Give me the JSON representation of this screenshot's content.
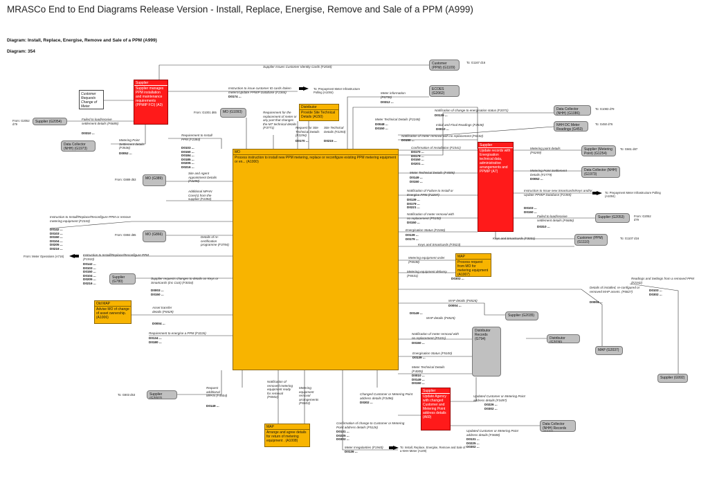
{
  "page": {
    "title": "MRASCo End to End Diagrams Release Version - Install, Replace, Energise,  Remove and Sale of a PPM (A999)",
    "diagram_name": "Diagram: Install, Replace, Energise,  Remove and Sale of a PPM (A999)",
    "diagram_number": "Diagram: 354"
  },
  "colors": {
    "process": "#f8b400",
    "external": "#ff1a1a",
    "party": "#c0c0c0"
  },
  "boxes": {
    "mo_main": {
      "header": "MO",
      "text": "Process instruction to install new PPM metering, replace or reconfigure existing PPM metering equipment or en...  (A1000)"
    },
    "supplier_red": {
      "header": "Supplier",
      "text": "Supplier manages PPM installation and maintenance requirements (PPMIP FCI) (A3)"
    },
    "distributor_gold": {
      "header": "Distributor",
      "text": "Provide Site Technical Details (A150)"
    },
    "supplier_red2": {
      "header": "Supplier",
      "text": "Update records with Energisation technical data, administrative arrangements and PPMIP (A7)"
    },
    "mam_gold": {
      "header": "MAP",
      "text": "Process request from MO for metering equipment (A1007)"
    },
    "old_map": {
      "header": "Old MAP",
      "text": "Advise MO of change of asset ownership. (A1006)"
    },
    "map_gold2": {
      "header": "MAP",
      "text": "Arrange and agree details for return of metering equipment . (A1008)"
    },
    "supplier_red3": {
      "header": "Supplier",
      "text": "Update Agency with changed Customer and Metering Point address details (A60)"
    },
    "customer_req": {
      "text": "Customer Requests Change of Meter (F2050)"
    }
  },
  "parties": {
    "customer_top": "Customer (PPM) (G1109)",
    "ecoes": "ECOES (G2062)",
    "dc_nhh_right": "Data Collector (NHH) (G1086)",
    "nhh_dc_meter": "NHH DC Meter Readings (G453)",
    "supplier_metering": "Supplier (Metering Point) (G1254)",
    "dc_nhh_right2": "Data Collector (NHH) (G1973)",
    "supplier_left": "Supplier (G2054)",
    "dc_nhh_left": "Data Collector (NHH) (G1973)",
    "mo_g1093": "MO (G1093)",
    "mo_g389": "MO (G389)",
    "mo_g866": "MO (G866)",
    "supplier_g780": "Supplier (G780)",
    "supplier_g2053": "Supplier (G2053)",
    "customer_g1110": "Customer (PPM) (G1110)",
    "supplier_g2035": "Supplier (G2035)",
    "distributor_records": "Distributor Records (G794)",
    "distributor_g2036": "Distributor (G2036)",
    "map_g2037": "MAP (G2037)",
    "supplier_g2007": "Supplier (G2007)",
    "supplier_g992": "Supplier (G992)",
    "dc_records": "Data Collector (NHH) Records (G900)"
  },
  "flows": {
    "f1": "Supplier Issues Customer Identity Cards (F2030)",
    "f2": "Instruction to issue customer ID cards /token meters/Update PPMIP Database (F2365)",
    "f3": "Meter information (F6759)",
    "f4": "Notification of change to energisation status (F2071)",
    "f5": "Meter Technical Details (F2248)",
    "f6": "Initial and Final Readings (F2538)",
    "f7": "Notification of meter removal with no replacement (F6102)",
    "f8": "Confirmation of Installation (F2341)",
    "f9": "Metering point details (F6269)",
    "f10": "Meter Technical Details (F4005)",
    "f11": "Metering Point Settlement Details (F2779)",
    "f12": "Notification of Failure to Install or Energise PPM (F2297)",
    "f13": "Instruction to Issue new Smartcards/Keys and/or Update PPMIP Database (F2355)",
    "f14": "Notification of meter removal with no replacement (F5150)",
    "f15": "Failed to load/receive settlement details (F6686)",
    "f16": "Energisation Status (F2346)",
    "f17": "Keys and Smartcards (F3523)",
    "f18": "Keys and Smartcards (F3031)",
    "f19": "Metering equipment order (F6538)",
    "f20": "Metering equipment delivery (F6531)",
    "f21": "Readings and Settings from a removed PPM (F2342)",
    "f22": "Details of installed, re-configured or removed MAP assets. (F6827)",
    "f23": "MAP details (F6526)",
    "f24": "MAP details (F6525)",
    "f25": "Notification of meter removal with no replacement (F5151)",
    "f26": "Energisation Status (F5100)",
    "f27": "Meter Technical Details (F4005)",
    "f28": "Changed Customer or Metering Point address details (F3496)",
    "f29": "Updated Customer or Metering Point address details (F3497)",
    "f30": "Confirmation of change to Customer or Metering Point address details (F5126)",
    "f31": "Updated Customer or Metering Point address details (F3608)",
    "f32": "Meter Irregularities (F1940)",
    "f33": "Notification of removed metering equipment ready for removal (F6502)",
    "f34": "Metering equipment removal arrangements (F6503)",
    "f35": "Request additional MPAN (F4504)",
    "f36": "Requirement to energise a PPM (F3226)",
    "f37": "Asset transfer details (F6529)",
    "f38": "Supplier requests changes to details on Keys or Smartcards (inc CoS) (F3034)",
    "f39": "Instruction to Install/Replace/Reconfigure PPM (F1910)",
    "f40": "Instruction to Install/Replace/Reconfigure PPM or remove metering equipment (F2343)",
    "f41": "Details of re-certification programme (F3784)",
    "f42": "Additional MPAN Core(s) from the supplier (F2392)",
    "f43": "Site and Agent Appointment Details (F2290)",
    "f44": "Requirement to Install PPM (F2384)",
    "f45": "Metering Point Settlement details (F3536)",
    "f46": "Failed to load/receive settlement details (F6685)",
    "f47": "Requirement for the replacement of meter or any part that changes the MT technical details (F3771)",
    "f48": "Request for Site Technical Details (F2294)",
    "f49": "Site Technical Details (F2293)"
  },
  "codes": {
    "c1": "D0174 ...",
    "c2": "D0312 ...",
    "c3": "D0139 ...",
    "c4": "D0048 ...\nD0150 ...",
    "c5": "D0010 ...",
    "c6": "D0150 ...",
    "c7": "D0170 ...\nD0179 ...\nD0150 ...\nD0201 ...",
    "c8": "D0149 ...\nD0150 ...",
    "c9": "D0052 ...",
    "c10": "D0139 ...\nD0179 ...\nD0221 ...",
    "c11": "D0103 ...\nD0150 ...",
    "c12": "D0150 ...",
    "c13": "D0310 ...",
    "c14": "D0139 ...\nD0179 ...",
    "c15": "D0302 ...",
    "c16": "D0103 ...\nD0302 ...",
    "c17": "D0004 ...",
    "c18": "D0004 ...",
    "c19": "D0150 ...",
    "c20": "D0139 ...",
    "c21": "D0010 ...\nD0149 ...\nD0150 ...",
    "c22": "D0302 ...",
    "c23": "D0226 ...\nD0302 ...",
    "c24": "D0131 ...\nD0225 ...\nD0302 ...",
    "c25": "D0131 ...\nD0225 ...\nD0302 ...",
    "c26": "D0136 ...",
    "c27": "D0149 ...",
    "c28": "D0134 ...\nD0180 ...",
    "c29": "D0004 ...",
    "c30": "D0003 ...\nD0150 ...",
    "c31": "D0142 ...\nD0103 ...\nD0150 ...\nD0104 ...\nD0205 ...\nD0216 ...",
    "c32": "D0142 ...\nD0103 ...\nD0150 ...\nD0104 ...\nD0205 ...\nD0216 ...",
    "c33": "D0103 ...\nD0150 ...\nD0184 ...\nD0185 ...\nD0205 ...\nD0216 ...",
    "c34": "D0310 ...",
    "c35": "D0052 ...",
    "c36": "D0170 ...",
    "c37": "D0215 ...",
    "c38": "D0149 ..."
  },
  "notes": {
    "n1": "To: G1167 d16",
    "n2": "To: Prepayment Meter Infrastructure Polling (A1004)",
    "n3": "From: G1001 d65",
    "n4": "To: G1083 d79",
    "n5": "To: G450 d76",
    "n6": "To: G661 d87",
    "n7": "To: Prepayment Meter Infrastructure Polling (A1004)",
    "n8": "From: G2052 d79",
    "n9": "To: G1107 d16",
    "n10": "From: G2052 d79",
    "n11": "From: G889 d53",
    "n12": "From: G884 d65",
    "n13": "From: Meter Operations (A716)",
    "n14": "To: G803 d53",
    "n15": "To: Install, Replace, Energise, Remove and Sale of a NHH Meter (A109)"
  }
}
